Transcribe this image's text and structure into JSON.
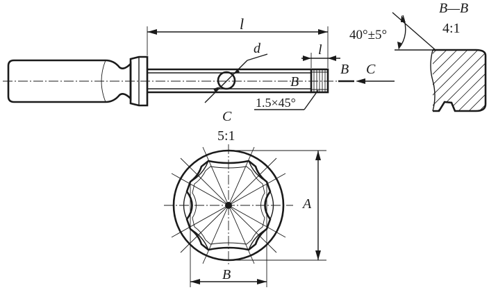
{
  "labels": {
    "length_main": "l",
    "length_small": "l",
    "diameter": "d",
    "section_mark_lead": "B",
    "section_mark_right": "B",
    "view_mark": "C",
    "chamfer": "1.5×45°",
    "section_title": "B—B",
    "section_scale": "4:1",
    "angle_tolerance": "40°±5°",
    "view_title": "C",
    "view_scale": "5:1",
    "dim_A": "A",
    "dim_B": "B"
  },
  "colors": {
    "line": "#1a1a1a",
    "background": "#ffffff"
  }
}
